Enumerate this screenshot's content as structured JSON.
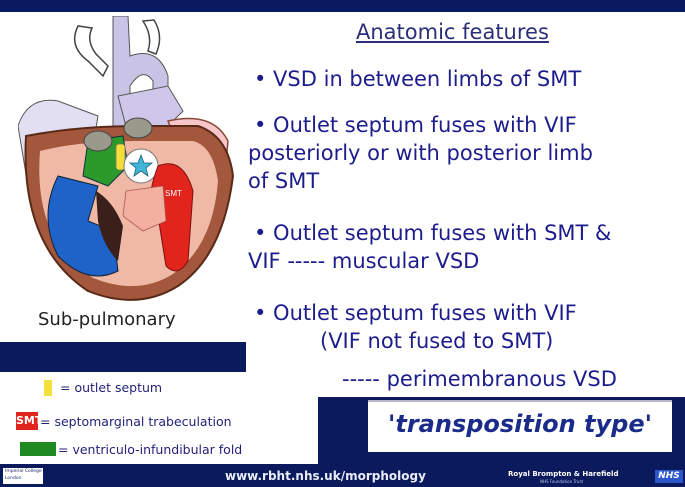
{
  "heading": "Anatomic features",
  "bullets": [
    "• VSD in between limbs of SMT",
    "• Outlet septum fuses with VIF",
    "posteriorly or with posterior limb",
    "of SMT",
    "• Outlet septum fuses with SMT &",
    "VIF ----- muscular VSD",
    "• Outlet septum fuses with VIF",
    "(VIF not fused to SMT)",
    "----- perimembranous VSD"
  ],
  "heart_caption": "Sub-pulmonary",
  "heart_label_smt": "SMT",
  "legend": {
    "outlet_septum": "= outlet septum",
    "smt_badge": "SMT",
    "smt_text": "= septomarginal trabeculation",
    "vif_text": "= ventriculo-infundibular fold"
  },
  "transposition": "'transposition type'",
  "footer": {
    "url": "www.rbht.nhs.uk/morphology",
    "org": "Royal Brompton & Harefield",
    "org_sub": "NHS Foundation Trust",
    "nhs": "NHS",
    "imperial_line1": "Imperial College",
    "imperial_line2": "London"
  },
  "colors": {
    "navy": "#0b1a5c",
    "bullet_text": "#1c1c8c",
    "smt_red": "#e1241c",
    "vif_green": "#1f8a22",
    "outlet_yellow": "#f3de3a"
  },
  "icons": {
    "star": "star-icon",
    "heart": "heart-diagram"
  }
}
